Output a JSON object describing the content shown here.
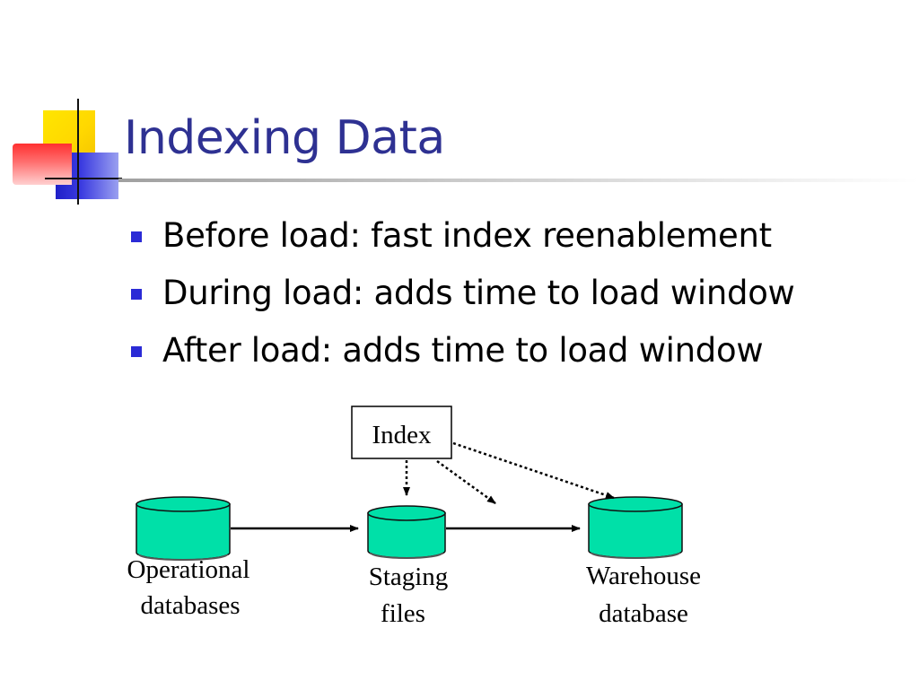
{
  "title": "Indexing Data",
  "bullets": [
    "Before load: fast index reenablement",
    "During load: adds time to load window",
    "After load: adds time to load window"
  ],
  "diagram": {
    "index_label": "Index",
    "operational": {
      "line1": "Operational",
      "line2": "databases"
    },
    "staging": {
      "line1": "Staging",
      "line2": "files"
    },
    "warehouse": {
      "line1": "Warehouse",
      "line2": "database"
    }
  },
  "colors": {
    "title": "#2e3192",
    "bullet_marker": "#2b2bd6",
    "cylinder_fill": "#00e0a8"
  }
}
